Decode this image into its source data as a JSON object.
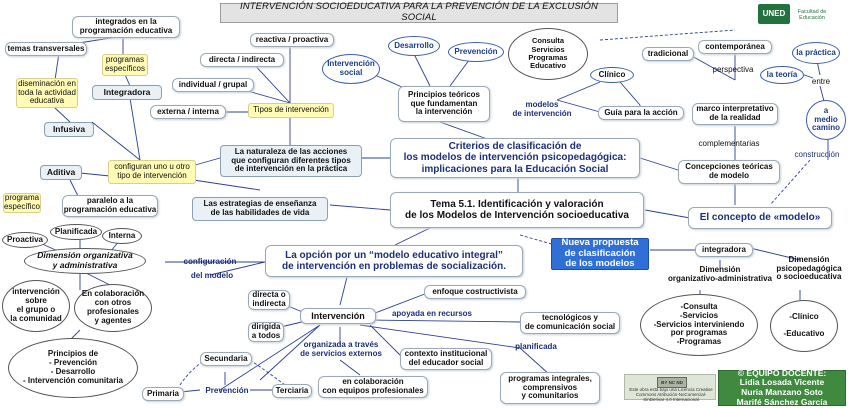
{
  "title": "INTERVENCIÓN SOCIOEDUCATIVA PARA LA PREVENCIÓN DE LA EXCLUSIÓN SOCIAL",
  "logo": {
    "mark": "UNED",
    "sub": "Facultad de Educación"
  },
  "credits": "© EQUIPO DOCENTE:\nLidia Losada Vicente\nNuria Manzano Soto\nMarifé Sánchez García",
  "license": "Este obra está bajo una Licencia Creative Commons Atribución-NoComercial-SinDerivar 4.0 Internacional",
  "license_badge": "BY NC ND",
  "nodes": {
    "integrados": "integrados en la\nprogramación educativa",
    "transversales": "temas transversales",
    "prog_esp1": "programas\nespecíficos",
    "diseminacion": "diseminación en\ntoda la actividad\neducativa",
    "integradora": "Integradora",
    "infusiva": "Infusiva",
    "configuran": "configuran uno u otro\ntipo de intervención",
    "aditiva": "Aditiva",
    "prog_esp2": "programa\nespecífico",
    "paralelo": "paralelo a la\nprogramación educativa",
    "reactiva": "reactiva / proactiva",
    "directa": "directa / indirecta",
    "individual": "individual / grupal",
    "externa": "externa / interna",
    "tipos": "Tipos de intervención",
    "naturaleza": "La naturaleza de las acciones\nque configuran diferentes tipos\nde intervención en la práctica",
    "estrategias": "Las estrategias de enseñanza\nde las habilidades de vida",
    "int_social": "Intervención\nsocial",
    "desarrollo": "Desarrollo",
    "prevencion_o": "Prevención",
    "principios_t": "Principios teóricos\nque fundamentan\nla intervención",
    "criterios": "Criterios de clasificación de\nlos modelos de intervención psicopedagógica:\nimplicaciones para la Educación Social",
    "tema": "Tema 5.1. Identificación y valoración\nde los Modelos de Intervención socioeducativa",
    "consulta": "Consulta\nServicios\nProgramas\nEducativo",
    "clinico": "Clínico",
    "tradicional": "tradicional",
    "contemporanea": "contemporánea",
    "perspectiva": "perspectiva",
    "modelos_int": "modelos\nde intervención",
    "guia": "Guía para la acción",
    "marco": "marco interpretativo\nde la realidad",
    "complementarias": "complementarias",
    "concepciones": "Concepciones teóricas\nde modelo",
    "concepto": "El concepto de «modelo»",
    "practica": "la práctica",
    "teoria": "la teoría",
    "entre": "entre",
    "medio": "a\nmedio\ncamino",
    "construccion": "construcción",
    "opcion": "La opción por un “modelo educativo integral”\nde intervención en problemas de socialización.",
    "nueva": "Nueva propuesta\nde clasificación\nde los modelos",
    "integradora2": "integradora",
    "dim_org": "Dimensión\norganizativo-administrativa",
    "dim_psico": "Dimensión\npsicopedagógica\no socioeducativa",
    "consulta2": "-Consulta\n-Servicios\n-Servicios interviniendo\npor programas\n-Programas",
    "clinico2": "-Clínico\n\n-Educativo",
    "proactiva": "Proactiva",
    "planificada": "Planificada",
    "interna": "Interna",
    "dim_org_adm": "Dimensión organizativa\ny administrativa",
    "configuracion": "configuración",
    "del_modelo": "del modelo",
    "int_sobre": "intervención\nsobre\nel grupo o\nla comunidad",
    "colaboracion1": "En colaboración\ncon otros\nprofesionales\ny agentes",
    "principios_p": "Principios de\n- Prevención\n- Desarrollo\n- Intervención comunitaria",
    "directa2": "directa o\nindirecta",
    "dirigida": "dirigida\na todos",
    "intervencion": "Intervención",
    "enfoque": "enfoque costructivista",
    "apoyada": "apoyada en recursos",
    "tecnologicos": "tecnológicos y\nde comunicación social",
    "organizada": "organizada a través\nde servicios externos",
    "contexto": "contexto institucional\ndel educador social",
    "planificada2": "planificada",
    "colaboracion2": "en colaboración\ncon equipos profesionales",
    "programas_int": "programas integrales,\ncomprensivos\ny comunitarios",
    "secundaria": "Secundaria",
    "primaria": "Primaria",
    "prevencion2": "Prevención",
    "terciaria": "Terciaria"
  }
}
